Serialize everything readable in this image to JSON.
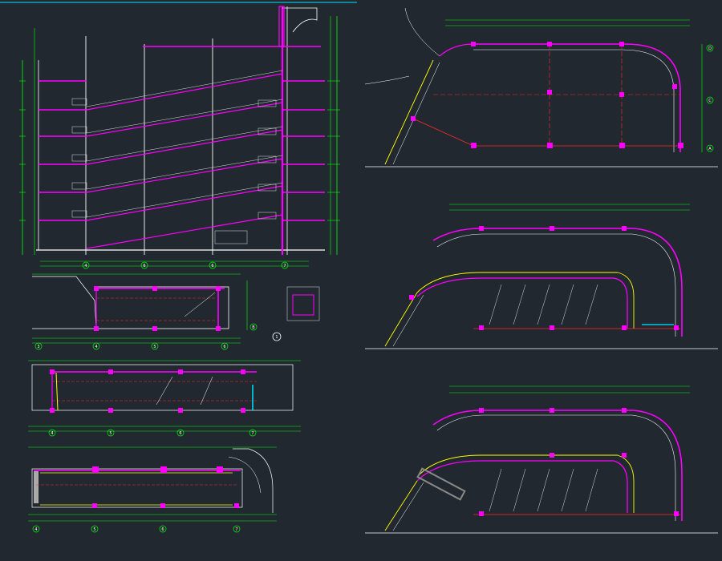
{
  "colors": {
    "background": "#212830",
    "structure": "#ffffff",
    "dimension": "#00ff00",
    "axis": "#ff2a2a",
    "rebar": "#ff00ff",
    "highlight": "#ffff00",
    "detail": "#dddddd",
    "cyan": "#00e5ff"
  },
  "callouts": {
    "section_detail": "1"
  },
  "axes": {
    "section": [
      "4",
      "6",
      "6",
      "7"
    ],
    "plan_1": [
      "3",
      "4",
      "5",
      "6",
      "B"
    ],
    "plan_2": [
      "4",
      "5",
      "6",
      "7"
    ],
    "plan_3": [
      "4",
      "5",
      "6",
      "7"
    ],
    "right_row": [
      "D",
      "C",
      "A"
    ]
  },
  "icons": [
    "detail-callout-icon",
    "axis-bubble-icon"
  ]
}
